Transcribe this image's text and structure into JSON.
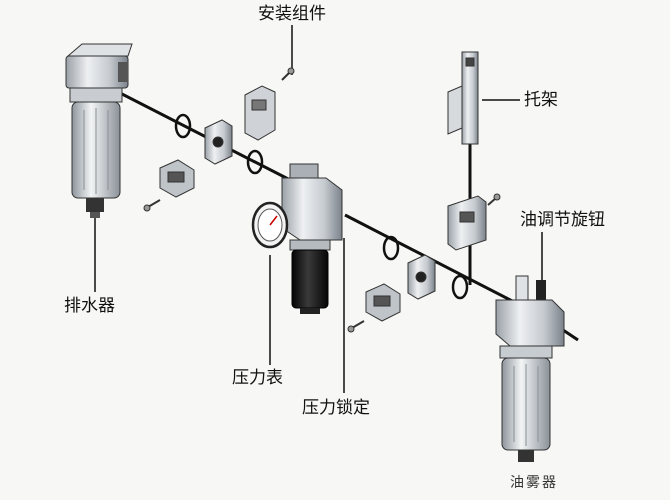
{
  "labels": {
    "mounting_kit": "安装组件",
    "bracket": "托架",
    "oil_adjust_knob": "油调节旋钮",
    "drain": "排水器",
    "pressure_gauge": "压力表",
    "pressure_lock": "压力锁定",
    "watermark": "油雾器"
  },
  "colors": {
    "line": "#111111",
    "metal_light": "#e6e8ea",
    "metal_mid": "#b9bec3",
    "metal_dark": "#6f767d",
    "bowl_black": "#1b1b1b"
  }
}
